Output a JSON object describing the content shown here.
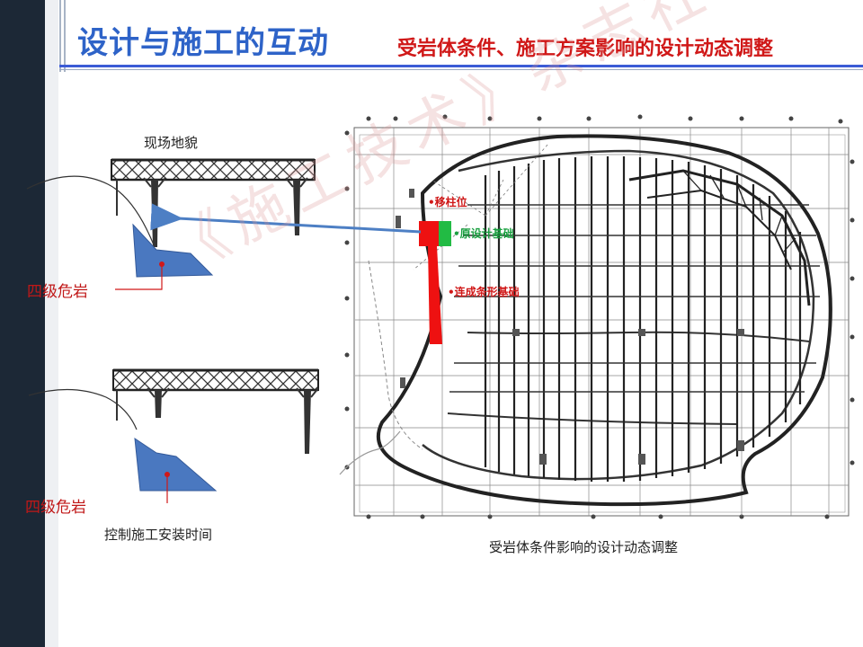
{
  "header": {
    "title": "设计与施工的互动",
    "subtitle": "受岩体条件、施工方案影响的设计动态调整"
  },
  "left_panel": {
    "top_caption": "现场地貌",
    "rock_label_1": "四级危岩",
    "rock_label_2": "四级危岩",
    "bottom_caption": "控制施工安装时间"
  },
  "plan": {
    "label_move_column": "•移柱位",
    "label_original_foundation": "•原设计基础",
    "label_strip_foundation": "•连成条形基础",
    "caption": "受岩体条件影响的设计动态调整"
  },
  "watermark": "《施工技术》杂志社",
  "colors": {
    "title": "#2e63c8",
    "subtitle": "#d01818",
    "rock": "#4a78c0",
    "red_marker": "#ee1111",
    "green_marker": "#22bb44",
    "arrow": "#4d7fc4"
  }
}
